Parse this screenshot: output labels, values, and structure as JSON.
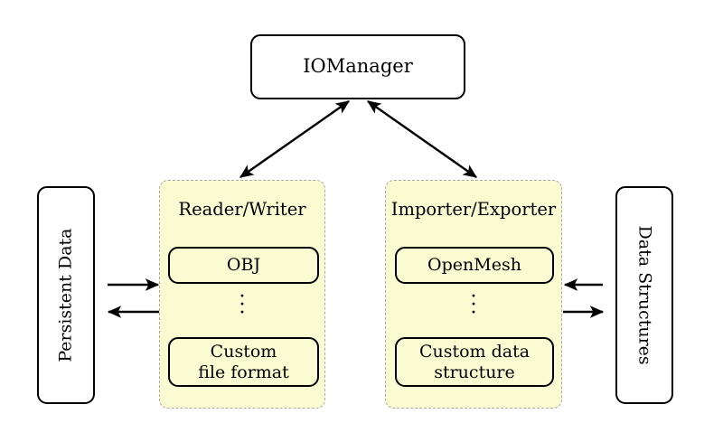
{
  "diagram": {
    "title_node": {
      "label": "IOManager"
    },
    "left_endpoint": {
      "label": "Persistent Data"
    },
    "right_endpoint": {
      "label": "Data Structures"
    },
    "panels": [
      {
        "id": "reader-writer",
        "title": "Reader/Writer",
        "items": [
          {
            "label": "OBJ"
          },
          {
            "label": "Custom\nfile format",
            "line1": "Custom",
            "line2": "file format"
          }
        ],
        "ellipsis": "⋮"
      },
      {
        "id": "importer-exporter",
        "title": "Importer/Exporter",
        "items": [
          {
            "label": "OpenMesh"
          },
          {
            "label": "Custom data\nstructure",
            "line1": "Custom data",
            "line2": "structure"
          }
        ],
        "ellipsis": "⋮"
      }
    ],
    "connections": [
      {
        "name": "iomanager-to-reader-writer",
        "style": "double-arrow",
        "direction": "bidirectional"
      },
      {
        "name": "iomanager-to-importer-exporter",
        "style": "double-arrow",
        "direction": "bidirectional"
      },
      {
        "name": "persistent-data-to-reader-writer",
        "style": "arrow",
        "direction": "right"
      },
      {
        "name": "reader-writer-to-persistent-data",
        "style": "arrow",
        "direction": "left"
      },
      {
        "name": "data-structures-to-importer-exporter",
        "style": "arrow",
        "direction": "left"
      },
      {
        "name": "importer-exporter-to-data-structures",
        "style": "arrow",
        "direction": "right"
      }
    ],
    "colors": {
      "panel_fill": "#fbfbd2",
      "panel_border": "#a9a9a9",
      "node_border": "#000000",
      "background": "#ffffff"
    }
  }
}
